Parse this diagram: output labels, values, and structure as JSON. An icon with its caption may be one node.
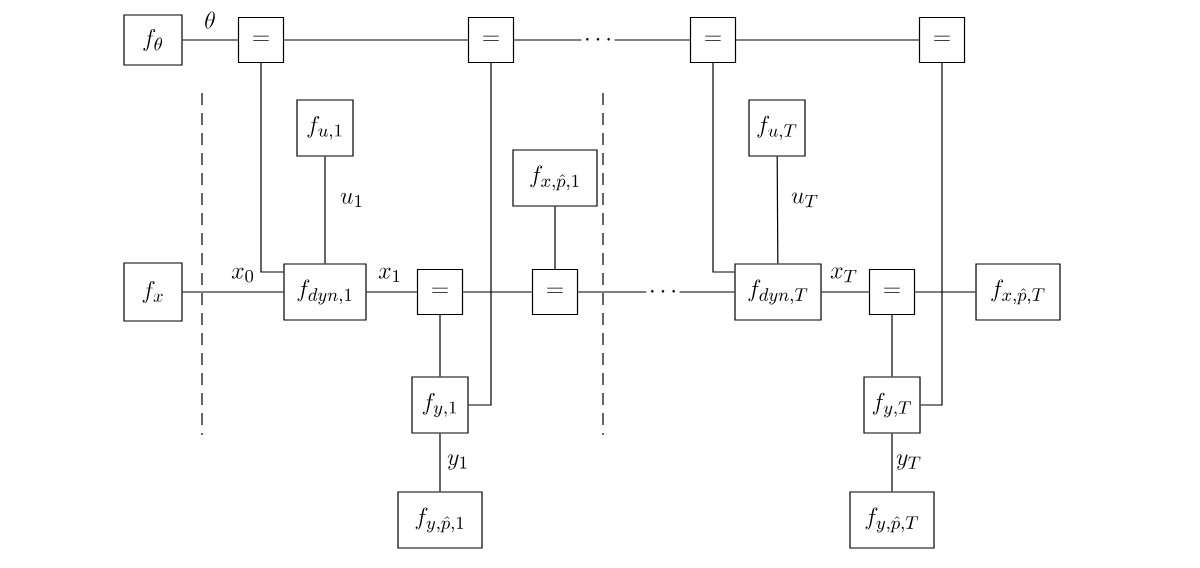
{
  "diagram": {
    "nodes": [
      {
        "text": [
          "f_\\theta"
        ]
      },
      {
        "text": [
          "="
        ]
      },
      {
        "text": [
          "="
        ]
      },
      {
        "text": [
          "\\cdots"
        ]
      },
      {
        "text": [
          "="
        ]
      },
      {
        "text": [
          "="
        ]
      },
      {
        "text": [
          "f_{u,1}"
        ]
      },
      {
        "text": [
          "f_{x,\\hat{p},1}"
        ]
      },
      {
        "text": [
          "f_{u,T}"
        ]
      },
      {
        "text": [
          "f_x"
        ]
      },
      {
        "text": [
          "f_{dyn,1}"
        ]
      },
      {
        "text": [
          "="
        ]
      },
      {
        "text": [
          "="
        ]
      },
      {
        "text": [
          "\\cdots"
        ]
      },
      {
        "text": [
          "f_{dyn,T}"
        ]
      },
      {
        "text": [
          "="
        ]
      },
      {
        "text": [
          "f_{x,\\hat{p},T}"
        ]
      },
      {
        "text": [
          "f_{y,1}"
        ]
      },
      {
        "text": [
          "f_{y,T}"
        ]
      },
      {
        "text": [
          "f_{y,\\hat{p},1}"
        ]
      },
      {
        "text": [
          "f_{y,\\hat{p},T}"
        ]
      }
    ],
    "edges": [
      {
        "from": 0,
        "to": 1,
        "arrow": "none",
        "label": "\\theta"
      },
      {
        "from": 1,
        "to": 2,
        "arrow": "none"
      },
      {
        "from": 2,
        "to": 3,
        "arrow": "none"
      },
      {
        "from": 3,
        "to": 4,
        "arrow": "none"
      },
      {
        "from": 4,
        "to": 5,
        "arrow": "none"
      },
      {
        "from": 1,
        "to": 10,
        "arrow": "none"
      },
      {
        "from": 6,
        "to": 10,
        "arrow": "none",
        "label": "u_1"
      },
      {
        "from": 9,
        "to": 10,
        "arrow": "none",
        "label": "x_0"
      },
      {
        "from": 10,
        "to": 11,
        "arrow": "none",
        "label": "x_1"
      },
      {
        "from": 2,
        "to": 17,
        "arrow": "none"
      },
      {
        "from": 11,
        "to": 12,
        "arrow": "none"
      },
      {
        "from": 7,
        "to": 12,
        "arrow": "none"
      },
      {
        "from": 12,
        "to": 13,
        "arrow": "none"
      },
      {
        "from": 13,
        "to": 14,
        "arrow": "none"
      },
      {
        "from": 11,
        "to": 17,
        "arrow": "none"
      },
      {
        "from": 17,
        "to": 19,
        "arrow": "none",
        "label": "y_1"
      },
      {
        "from": 4,
        "to": 14,
        "arrow": "none"
      },
      {
        "from": 8,
        "to": 14,
        "arrow": "none",
        "label": "u_T"
      },
      {
        "from": 14,
        "to": 15,
        "arrow": "none",
        "label": "x_T"
      },
      {
        "from": 5,
        "to": 18,
        "arrow": "none"
      },
      {
        "from": 15,
        "to": 16,
        "arrow": "none"
      },
      {
        "from": 15,
        "to": 18,
        "arrow": "none"
      },
      {
        "from": 18,
        "to": 20,
        "arrow": "none",
        "label": "y_T"
      }
    ]
  }
}
